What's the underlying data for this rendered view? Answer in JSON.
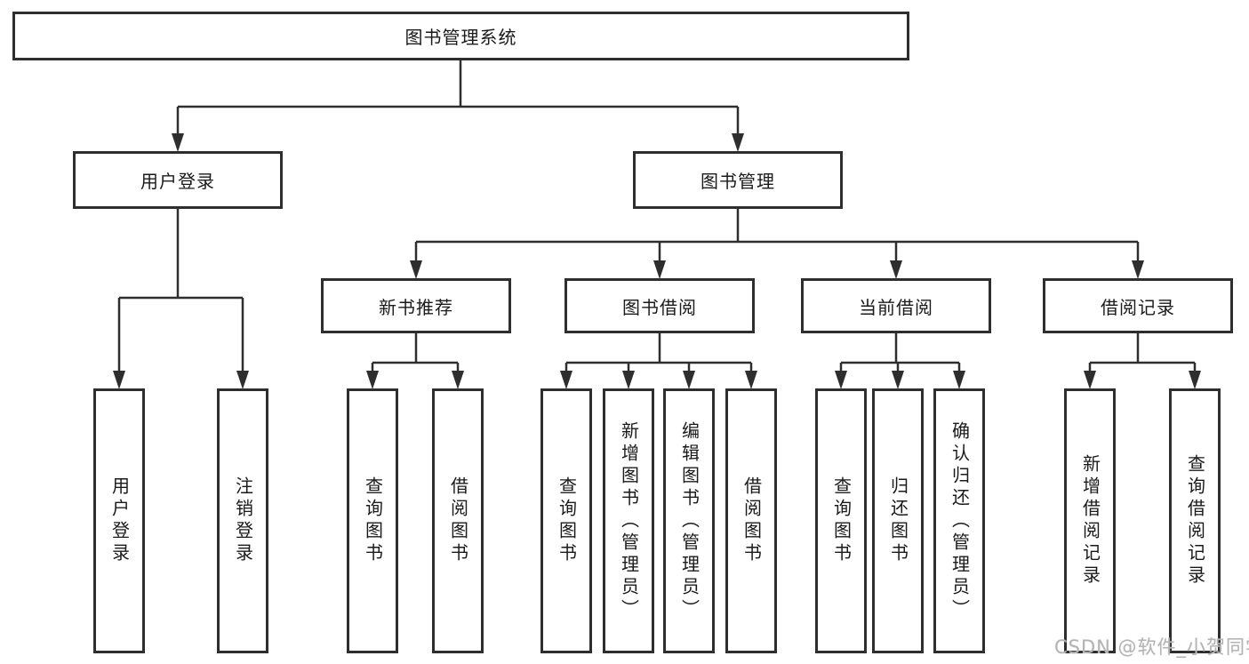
{
  "diagram": {
    "root": "图书管理系统",
    "level2": [
      "用户登录",
      "图书管理"
    ],
    "level3": [
      "新书推荐",
      "图书借阅",
      "当前借阅",
      "借阅记录"
    ],
    "leaves": {
      "user_login": [
        "用户登录",
        "注销登录"
      ],
      "new_book": [
        "查询图书",
        "借阅图书"
      ],
      "book_borrow": [
        "查询图书",
        "新增图书（管理员）",
        "编辑图书（管理员）",
        "借阅图书"
      ],
      "current_borrow": [
        "查询图书",
        "归还图书",
        "确认归还（管理员）"
      ],
      "borrow_record": [
        "新增借阅记录",
        "查询借阅记录"
      ]
    }
  },
  "watermark": "CSDN @软件_小贺同学",
  "colors": {
    "line": "#2e2e2e",
    "text": "#1a1a1a",
    "box_background": "#ffffff",
    "watermark": "#b4b4b4",
    "background": "#ffffff"
  }
}
